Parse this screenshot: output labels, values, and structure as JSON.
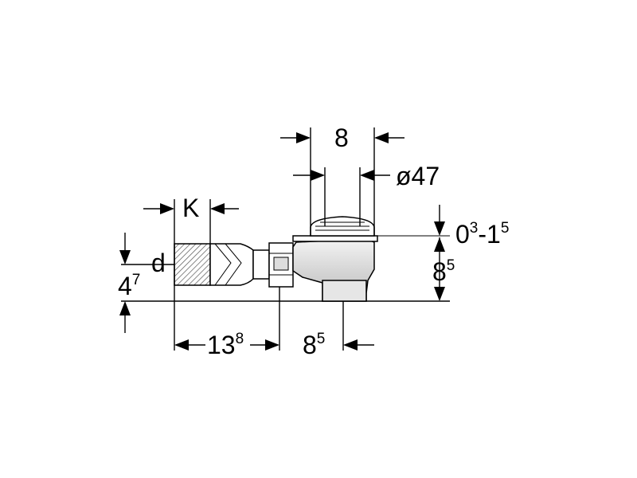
{
  "dimensions": {
    "top_width": {
      "main": "8"
    },
    "grate_diameter": {
      "main": "ø47"
    },
    "pipe_k": {
      "main": "K"
    },
    "pipe_d": {
      "main": "d"
    },
    "adjust_range": {
      "a_main": "0",
      "a_sup": "3",
      "sep": "-1",
      "b_sup": "5"
    },
    "height_right": {
      "main": "8",
      "sup": "5"
    },
    "height_left": {
      "main": "4",
      "sup": "7"
    },
    "length_left": {
      "main": "13",
      "sup": "8"
    },
    "length_right": {
      "main": "8",
      "sup": "5"
    }
  },
  "colors": {
    "line": "#000000",
    "hatch": "#555555",
    "body_fill": "#d9d9d9",
    "body_light": "#eeeeee"
  }
}
